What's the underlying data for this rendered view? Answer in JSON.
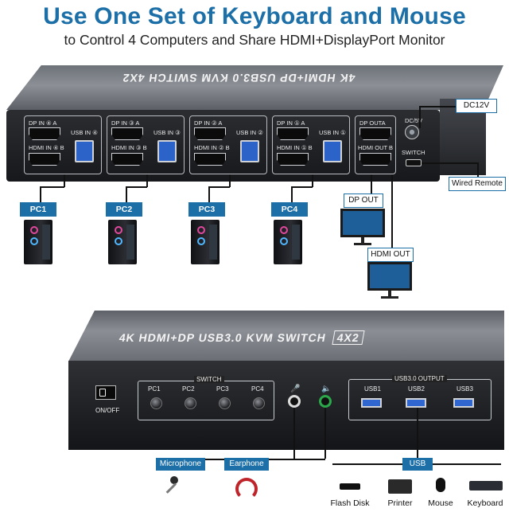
{
  "header": {
    "title": "Use One Set of Keyboard and Mouse",
    "subtitle": "to Control 4 Computers and Share HDMI+DisplayPort Monitor"
  },
  "back_view": {
    "top_label": "4K HDMI+DP USB3.0 KVM SWITCH 4X2",
    "ports": [
      {
        "dp": "DP IN ④ A",
        "hdmi": "HDMI IN ④ B",
        "usb": "USB IN ④"
      },
      {
        "dp": "DP IN ③ A",
        "hdmi": "HDMI IN ③ B",
        "usb": "USB IN ③"
      },
      {
        "dp": "DP IN ② A",
        "hdmi": "HDMI IN ② B",
        "usb": "USB IN ②"
      },
      {
        "dp": "DP IN ① A",
        "hdmi": "HDMI IN ① B",
        "usb": "USB IN ①"
      }
    ],
    "outputs": {
      "dp": "DP OUTA",
      "hdmi": "HDMI OUT B"
    },
    "dc_label": "DC/5V",
    "switch_label": "SWITCH",
    "callouts": {
      "dc": "DC12V",
      "remote": "Wired Remote",
      "dp_out": "DP OUT",
      "hdmi_out": "HDMI OUT"
    },
    "pcs": [
      "PC1",
      "PC2",
      "PC3",
      "PC4"
    ]
  },
  "front_view": {
    "top_label": "4K HDMI+DP USB3.0 KVM SWITCH",
    "top_badge": "4X2",
    "power_label": "ON/OFF",
    "switch_title": "SWITCH",
    "switch_buttons": [
      "PC1",
      "PC2",
      "PC3",
      "PC4"
    ],
    "usb_title": "USB3.0 OUTPUT",
    "usb_ports": [
      "USB1",
      "USB2",
      "USB3"
    ],
    "callouts": {
      "mic": "Microphone",
      "earphone": "Earphone",
      "usb": "USB"
    },
    "devices": [
      "Flash Disk",
      "Printer",
      "Mouse",
      "Keyboard"
    ]
  },
  "colors": {
    "accent": "#1d6fa8",
    "usb_blue": "#2f66d0",
    "audio_green": "#2aa84a"
  }
}
